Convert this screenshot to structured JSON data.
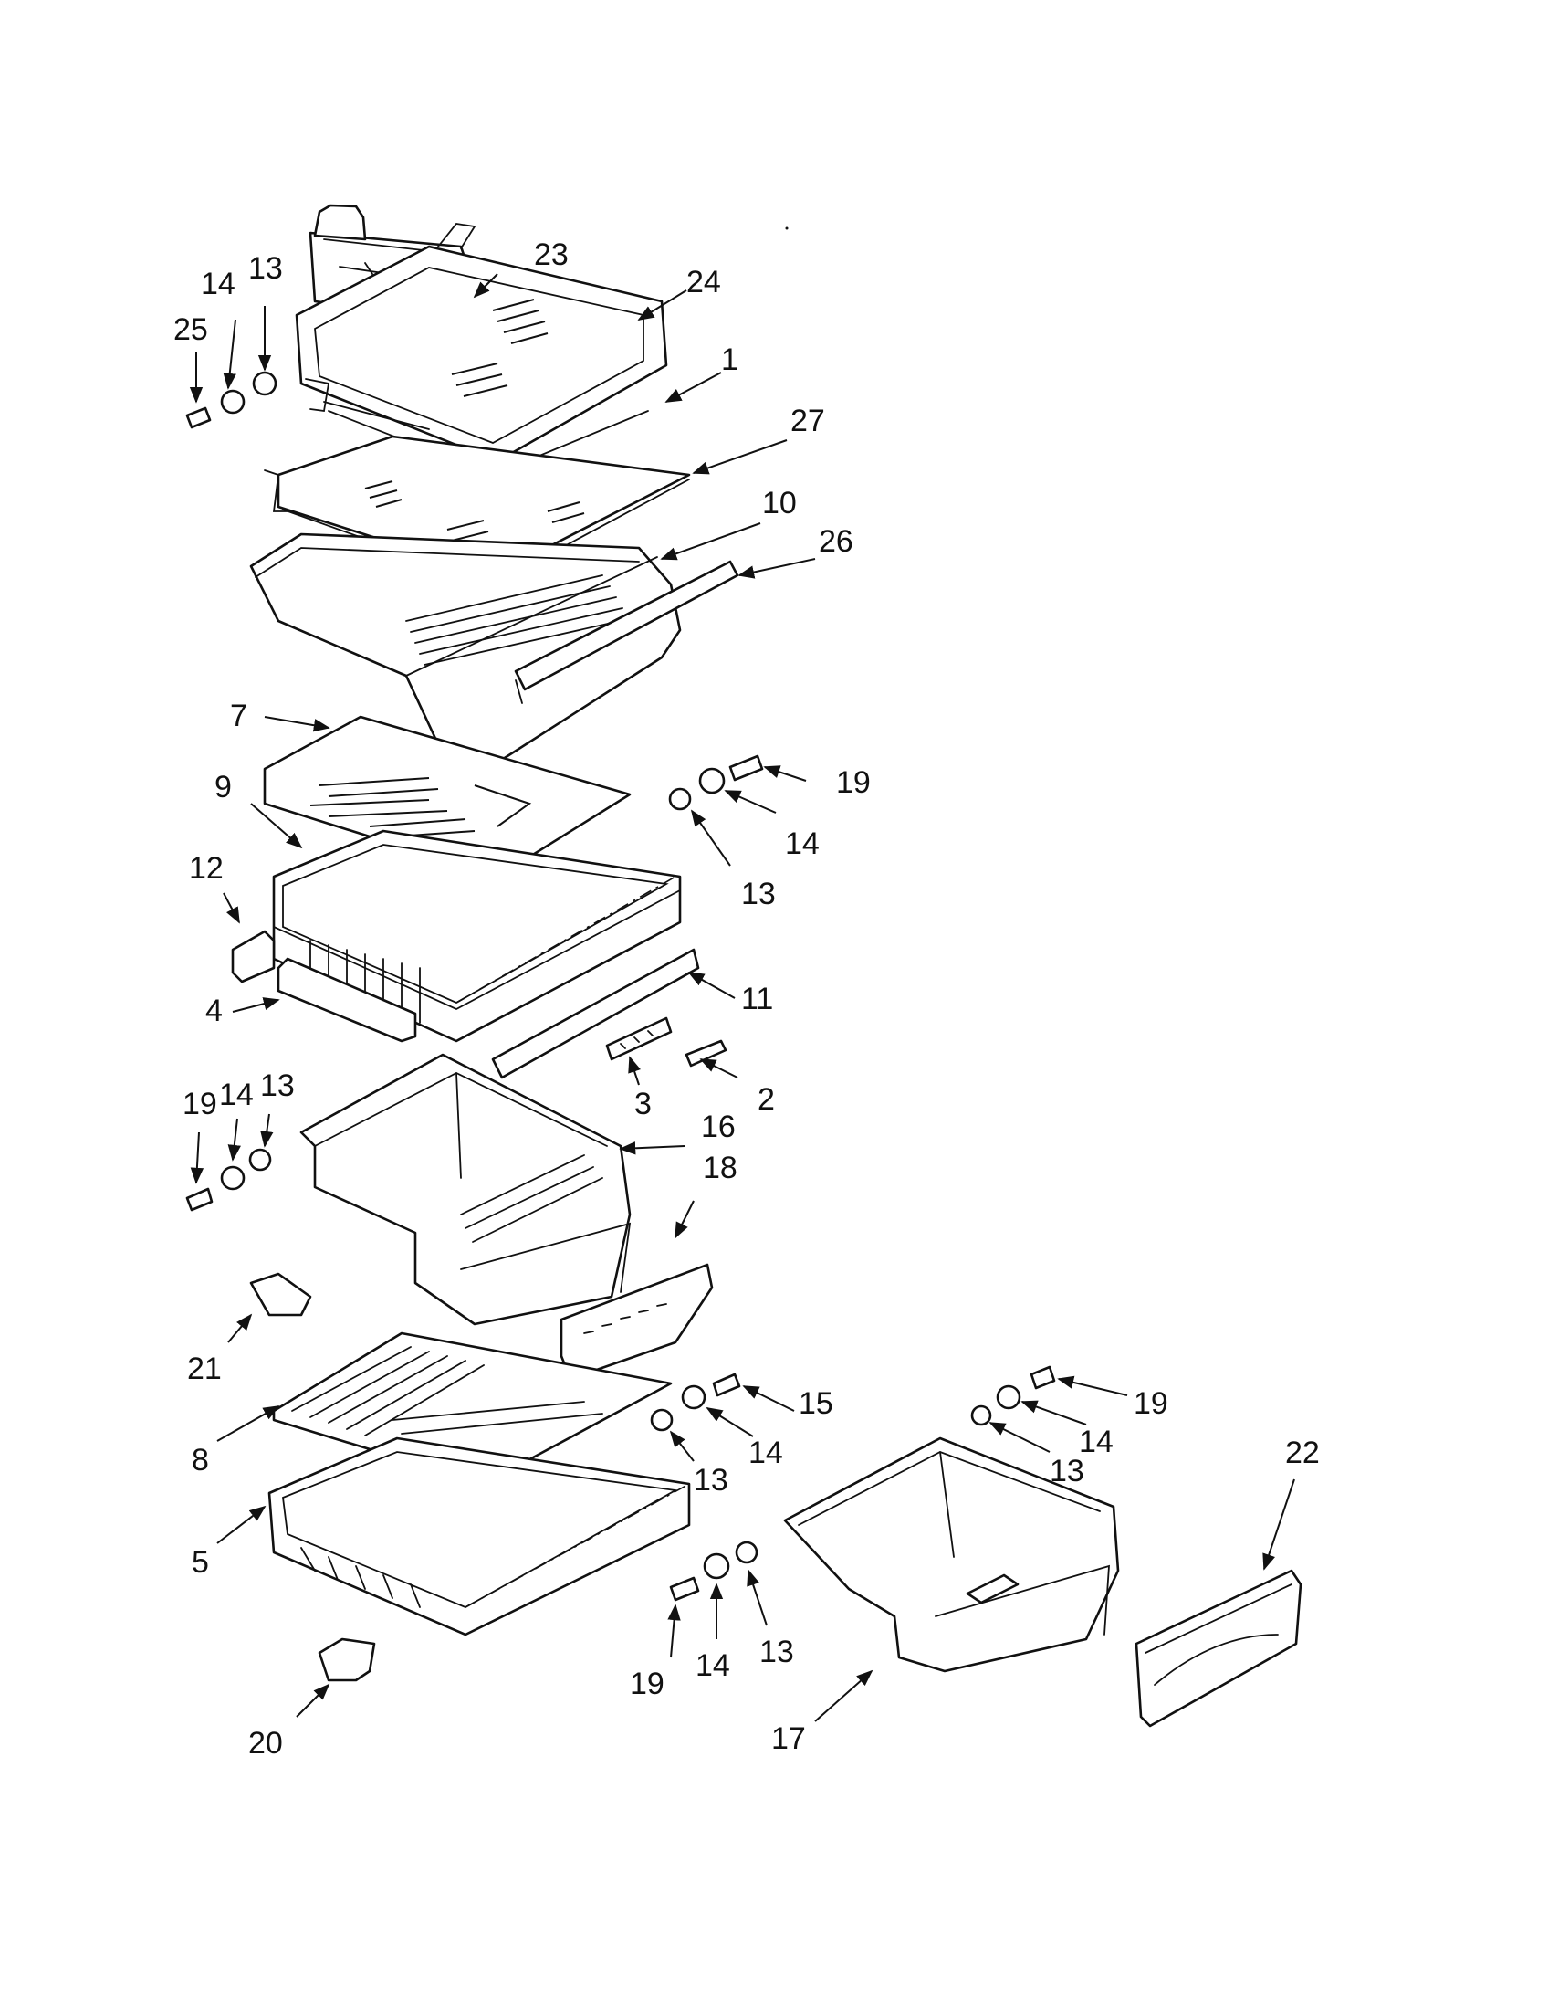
{
  "callouts": [
    {
      "id": "c1",
      "text": "1"
    },
    {
      "id": "c2",
      "text": "2"
    },
    {
      "id": "c3",
      "text": "3"
    },
    {
      "id": "c4",
      "text": "4"
    },
    {
      "id": "c5",
      "text": "5"
    },
    {
      "id": "c7",
      "text": "7"
    },
    {
      "id": "c8",
      "text": "8"
    },
    {
      "id": "c9",
      "text": "9"
    },
    {
      "id": "c10",
      "text": "10"
    },
    {
      "id": "c11",
      "text": "11"
    },
    {
      "id": "c12",
      "text": "12"
    },
    {
      "id": "c13a",
      "text": "13"
    },
    {
      "id": "c13b",
      "text": "13"
    },
    {
      "id": "c13c",
      "text": "13"
    },
    {
      "id": "c13d",
      "text": "13"
    },
    {
      "id": "c13e",
      "text": "13"
    },
    {
      "id": "c13f",
      "text": "13"
    },
    {
      "id": "c14a",
      "text": "14"
    },
    {
      "id": "c14b",
      "text": "14"
    },
    {
      "id": "c14c",
      "text": "14"
    },
    {
      "id": "c14d",
      "text": "14"
    },
    {
      "id": "c14e",
      "text": "14"
    },
    {
      "id": "c14f",
      "text": "14"
    },
    {
      "id": "c15",
      "text": "15"
    },
    {
      "id": "c16",
      "text": "16"
    },
    {
      "id": "c17",
      "text": "17"
    },
    {
      "id": "c18",
      "text": "18"
    },
    {
      "id": "c19a",
      "text": "19"
    },
    {
      "id": "c19b",
      "text": "19"
    },
    {
      "id": "c19c",
      "text": "19"
    },
    {
      "id": "c19d",
      "text": "19"
    },
    {
      "id": "c20",
      "text": "20"
    },
    {
      "id": "c21",
      "text": "21"
    },
    {
      "id": "c22",
      "text": "22"
    },
    {
      "id": "c23",
      "text": "23"
    },
    {
      "id": "c24",
      "text": "24"
    },
    {
      "id": "c25",
      "text": "25"
    },
    {
      "id": "c26",
      "text": "26"
    },
    {
      "id": "c27",
      "text": "27"
    }
  ]
}
